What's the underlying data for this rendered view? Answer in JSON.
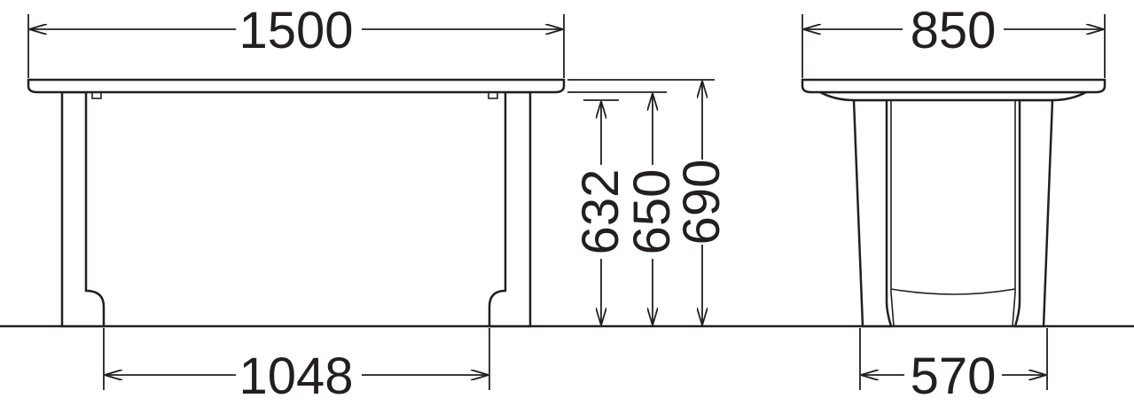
{
  "dimensions": {
    "front_total_width": "1500",
    "front_leg_span": "1048",
    "height_632": "632",
    "height_650": "650",
    "height_690": "690",
    "side_total_depth": "850",
    "side_leg_span": "570"
  },
  "colors": {
    "line": "#231f20",
    "background": "#ffffff"
  }
}
